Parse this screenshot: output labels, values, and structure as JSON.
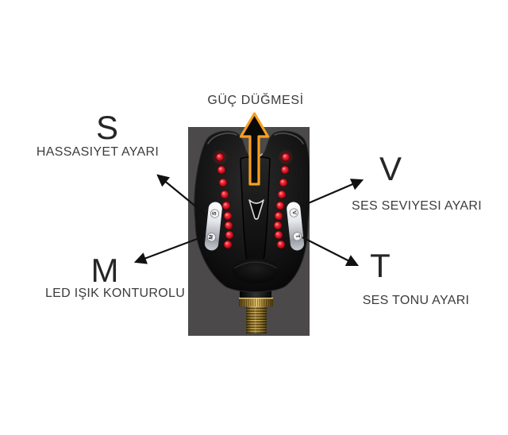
{
  "diagram": {
    "power_callout": {
      "label": "GÜÇ DÜĞMESİ"
    },
    "callouts": [
      {
        "id": "sensitivity",
        "letter": "S",
        "label": "HASSASIYET AYARI",
        "position": "top-left"
      },
      {
        "id": "volume",
        "letter": "V",
        "label": "SES SEVIYESI AYARI",
        "position": "top-right"
      },
      {
        "id": "led-light",
        "letter": "M",
        "label": "LED IŞIK KONTUROLU",
        "position": "bottom-left"
      },
      {
        "id": "sound-tone",
        "letter": "T",
        "label": "SES TONU AYARI",
        "position": "bottom-right"
      }
    ],
    "device": {
      "description": "bite-alarm",
      "dials": {
        "left_top": "S",
        "left_bottom": "M",
        "right_top": "V",
        "right_bottom": "T"
      }
    },
    "colors": {
      "photo_background": "#4B4949",
      "accent_orange": "#F7A01F",
      "led_red": "#D8141E",
      "arrow_black": "#111111",
      "text": "#3C3C3C",
      "brass": "#B08D3A"
    }
  }
}
